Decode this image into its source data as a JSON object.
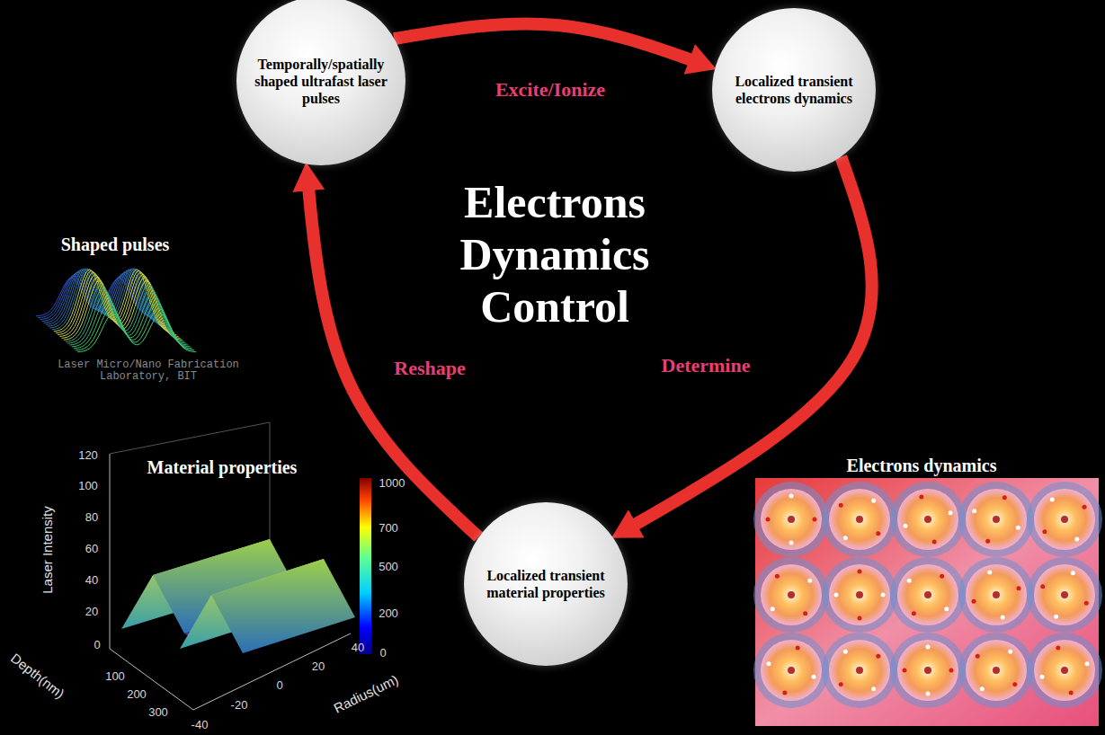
{
  "diagram": {
    "title": "Electrons Dynamics Control",
    "nodes": [
      {
        "text": [
          "Temporally/spatially shaped ultrafast laser pulses"
        ]
      },
      {
        "text": [
          "Localized transient electrons dynamics"
        ]
      },
      {
        "text": [
          "Localized transient material properties"
        ]
      }
    ],
    "edges": [
      {
        "from": 0,
        "to": 1,
        "label": "Excite/Ionize",
        "arrow": "to"
      },
      {
        "from": 1,
        "to": 2,
        "label": "Determine",
        "arrow": "to"
      },
      {
        "from": 2,
        "to": 0,
        "label": "Reshape",
        "arrow": "to"
      }
    ],
    "labels": [
      "Shaped pulses",
      "Laser Micro/Nano Fabrication Laboratory, BIT",
      "Material properties",
      "Laser Intensity",
      "120",
      "100",
      "80",
      "60",
      "40",
      "20",
      "0",
      "Depth(nm)",
      "100",
      "200",
      "300",
      "Radius(um)",
      "-40",
      "-20",
      "0",
      "20",
      "40",
      "1000",
      "700",
      "500",
      "200",
      "0",
      "Electrons dynamics"
    ]
  }
}
